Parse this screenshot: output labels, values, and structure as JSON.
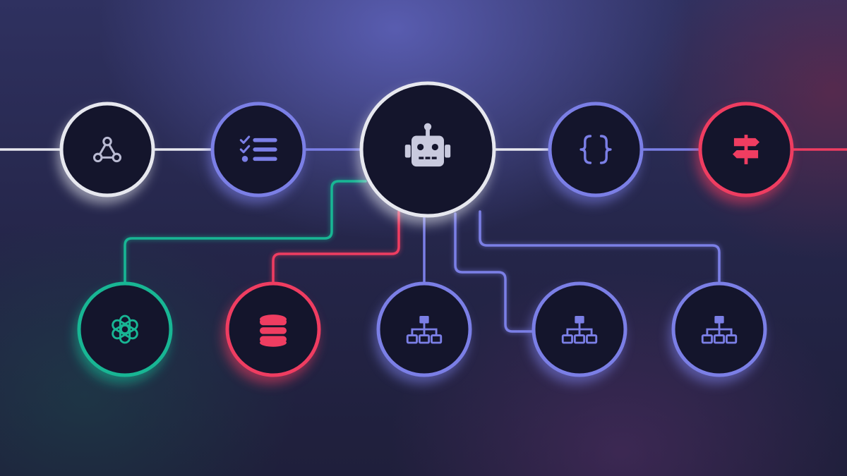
{
  "colors": {
    "white": "#e7e8ef",
    "indigo": "#7b7fe6",
    "red": "#ef3d61",
    "green": "#18b694",
    "node_fill": "#14152c"
  },
  "nodes": [
    {
      "id": "webhook",
      "icon": "webhook-icon",
      "color": "white"
    },
    {
      "id": "tasks",
      "icon": "task-list-icon",
      "color": "indigo"
    },
    {
      "id": "agent",
      "icon": "robot-icon",
      "color": "white"
    },
    {
      "id": "code",
      "icon": "curly-braces-icon",
      "color": "indigo"
    },
    {
      "id": "router",
      "icon": "signpost-icon",
      "color": "red"
    },
    {
      "id": "model",
      "icon": "openai-icon",
      "color": "green"
    },
    {
      "id": "memory",
      "icon": "database-icon",
      "color": "red"
    },
    {
      "id": "tool_1",
      "icon": "sitemap-icon",
      "color": "indigo"
    },
    {
      "id": "tool_2",
      "icon": "sitemap-icon",
      "color": "indigo"
    },
    {
      "id": "tool_3",
      "icon": "sitemap-icon",
      "color": "indigo"
    }
  ],
  "links": [
    {
      "from": "input",
      "to": "webhook",
      "color": "white"
    },
    {
      "from": "webhook",
      "to": "tasks",
      "color": "white"
    },
    {
      "from": "tasks",
      "to": "agent",
      "color": "indigo"
    },
    {
      "from": "agent",
      "to": "code",
      "color": "white"
    },
    {
      "from": "code",
      "to": "router",
      "color": "indigo"
    },
    {
      "from": "router",
      "to": "output",
      "color": "red"
    },
    {
      "from": "agent",
      "to": "model",
      "color": "green"
    },
    {
      "from": "agent",
      "to": "memory",
      "color": "red"
    },
    {
      "from": "agent",
      "to": "tool_1",
      "color": "indigo"
    },
    {
      "from": "agent",
      "to": "tool_2",
      "color": "indigo"
    },
    {
      "from": "agent",
      "to": "tool_3",
      "color": "indigo"
    }
  ]
}
